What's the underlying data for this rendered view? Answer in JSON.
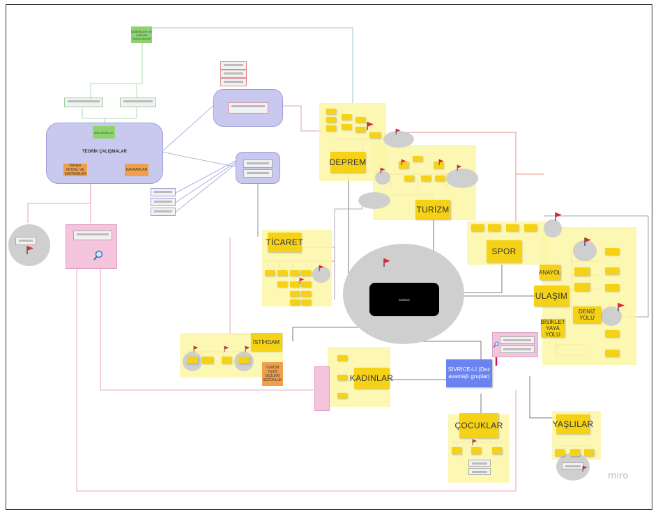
{
  "board": {
    "watermark": "miro",
    "center_label": "SİVRİCE",
    "theory_title": "TEORİK ÇALIŞMALAR",
    "theory_green": "BÖLGESELLİK",
    "theory_orange_left": "ÖRNEK MODEL VE KAVRAMLAR",
    "theory_orange_right": "KAVRAMLAR",
    "top_green_note": "DEĞERLERİ VE İLKELER ÖNCELİKLERİ",
    "themes": {
      "deprem": "DEPREM",
      "turizm": "TURİZM",
      "spor": "SPOR",
      "ticaret": "TİCARET",
      "istihdam": "İSTİHDAM",
      "kadinlar": "KADINLAR",
      "cocuklar": "ÇOCUKLAR",
      "yaslilar": "YAŞLILAR",
      "ulasim": "ULAŞIM",
      "anayol": "ANAYOL",
      "deniz_yolu": "DENİZ YOLU",
      "bisiklet": "BİSİKLET YAYA YOLU",
      "sivrice_li": "SİVRİCE-Lİ (Dez avantajlı gruplar)",
      "istihdam_orange": "TURİZM TESİS İŞÇİLERİ SEZONLUK"
    }
  },
  "colors": {
    "sticky_yellow": "#f5d215",
    "zone_yellow": "#fcf6a6",
    "purple_frame": "#c9c9ef",
    "pink_frame": "#f4c4dc",
    "center_black": "#000000",
    "blob_gray": "#cfcfcf",
    "sivrice_li_blue": "#6b83f0",
    "flag_red": "#e0263a"
  }
}
